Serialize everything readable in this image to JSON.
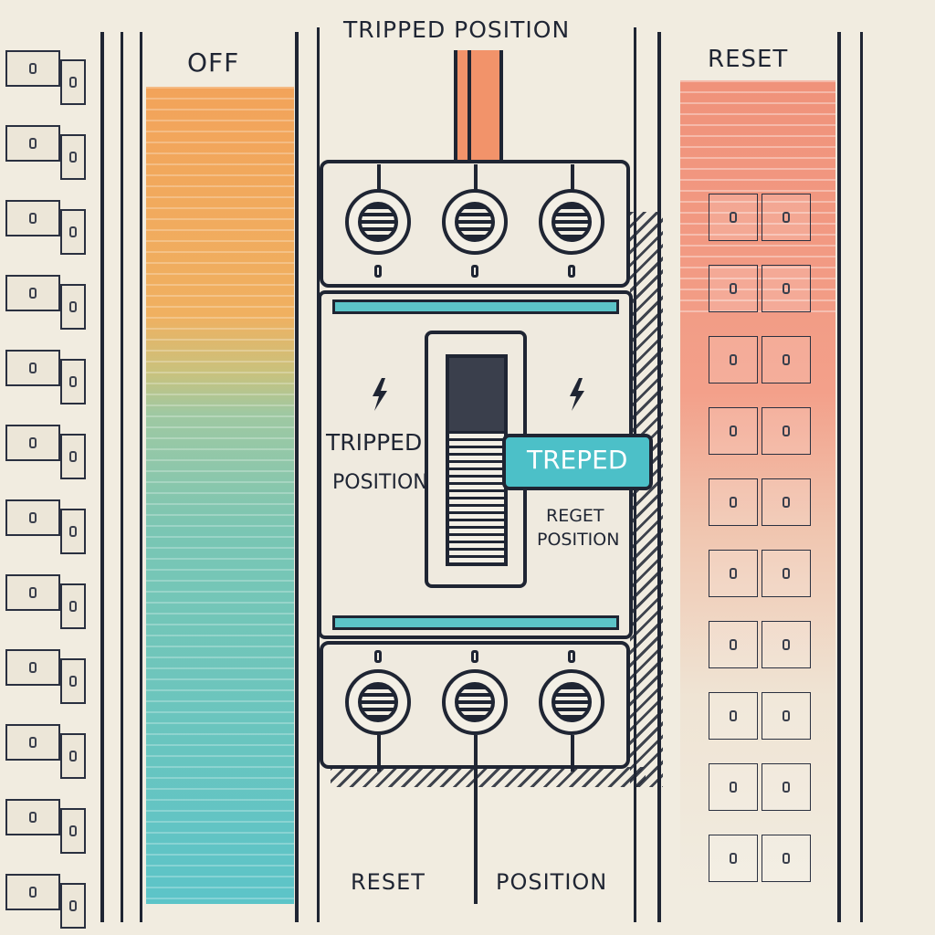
{
  "colors": {
    "background": "#f1ece0",
    "ink": "#1f2533",
    "orange": "#f2a35a",
    "green": "#9fc8a2",
    "teal": "#5cc4c8",
    "salmon": "#f0927a",
    "accent_teal": "#4cc0c8"
  },
  "labels": {
    "top_center": "TRIPPED POSITION",
    "left_column": "OFF",
    "right_column": "RESET",
    "breaker_left_line1": "TRIPPED",
    "breaker_left_line2": "POSITION",
    "tag": "TREPED",
    "tag_sub_line1": "REGET",
    "tag_sub_line2": "POSITION",
    "bottom_left": "RESET",
    "bottom_right": "POSITION"
  },
  "icons": {
    "left_bolt": "lightning-bolt-icon",
    "right_bolt": "lightning-bolt-icon"
  }
}
